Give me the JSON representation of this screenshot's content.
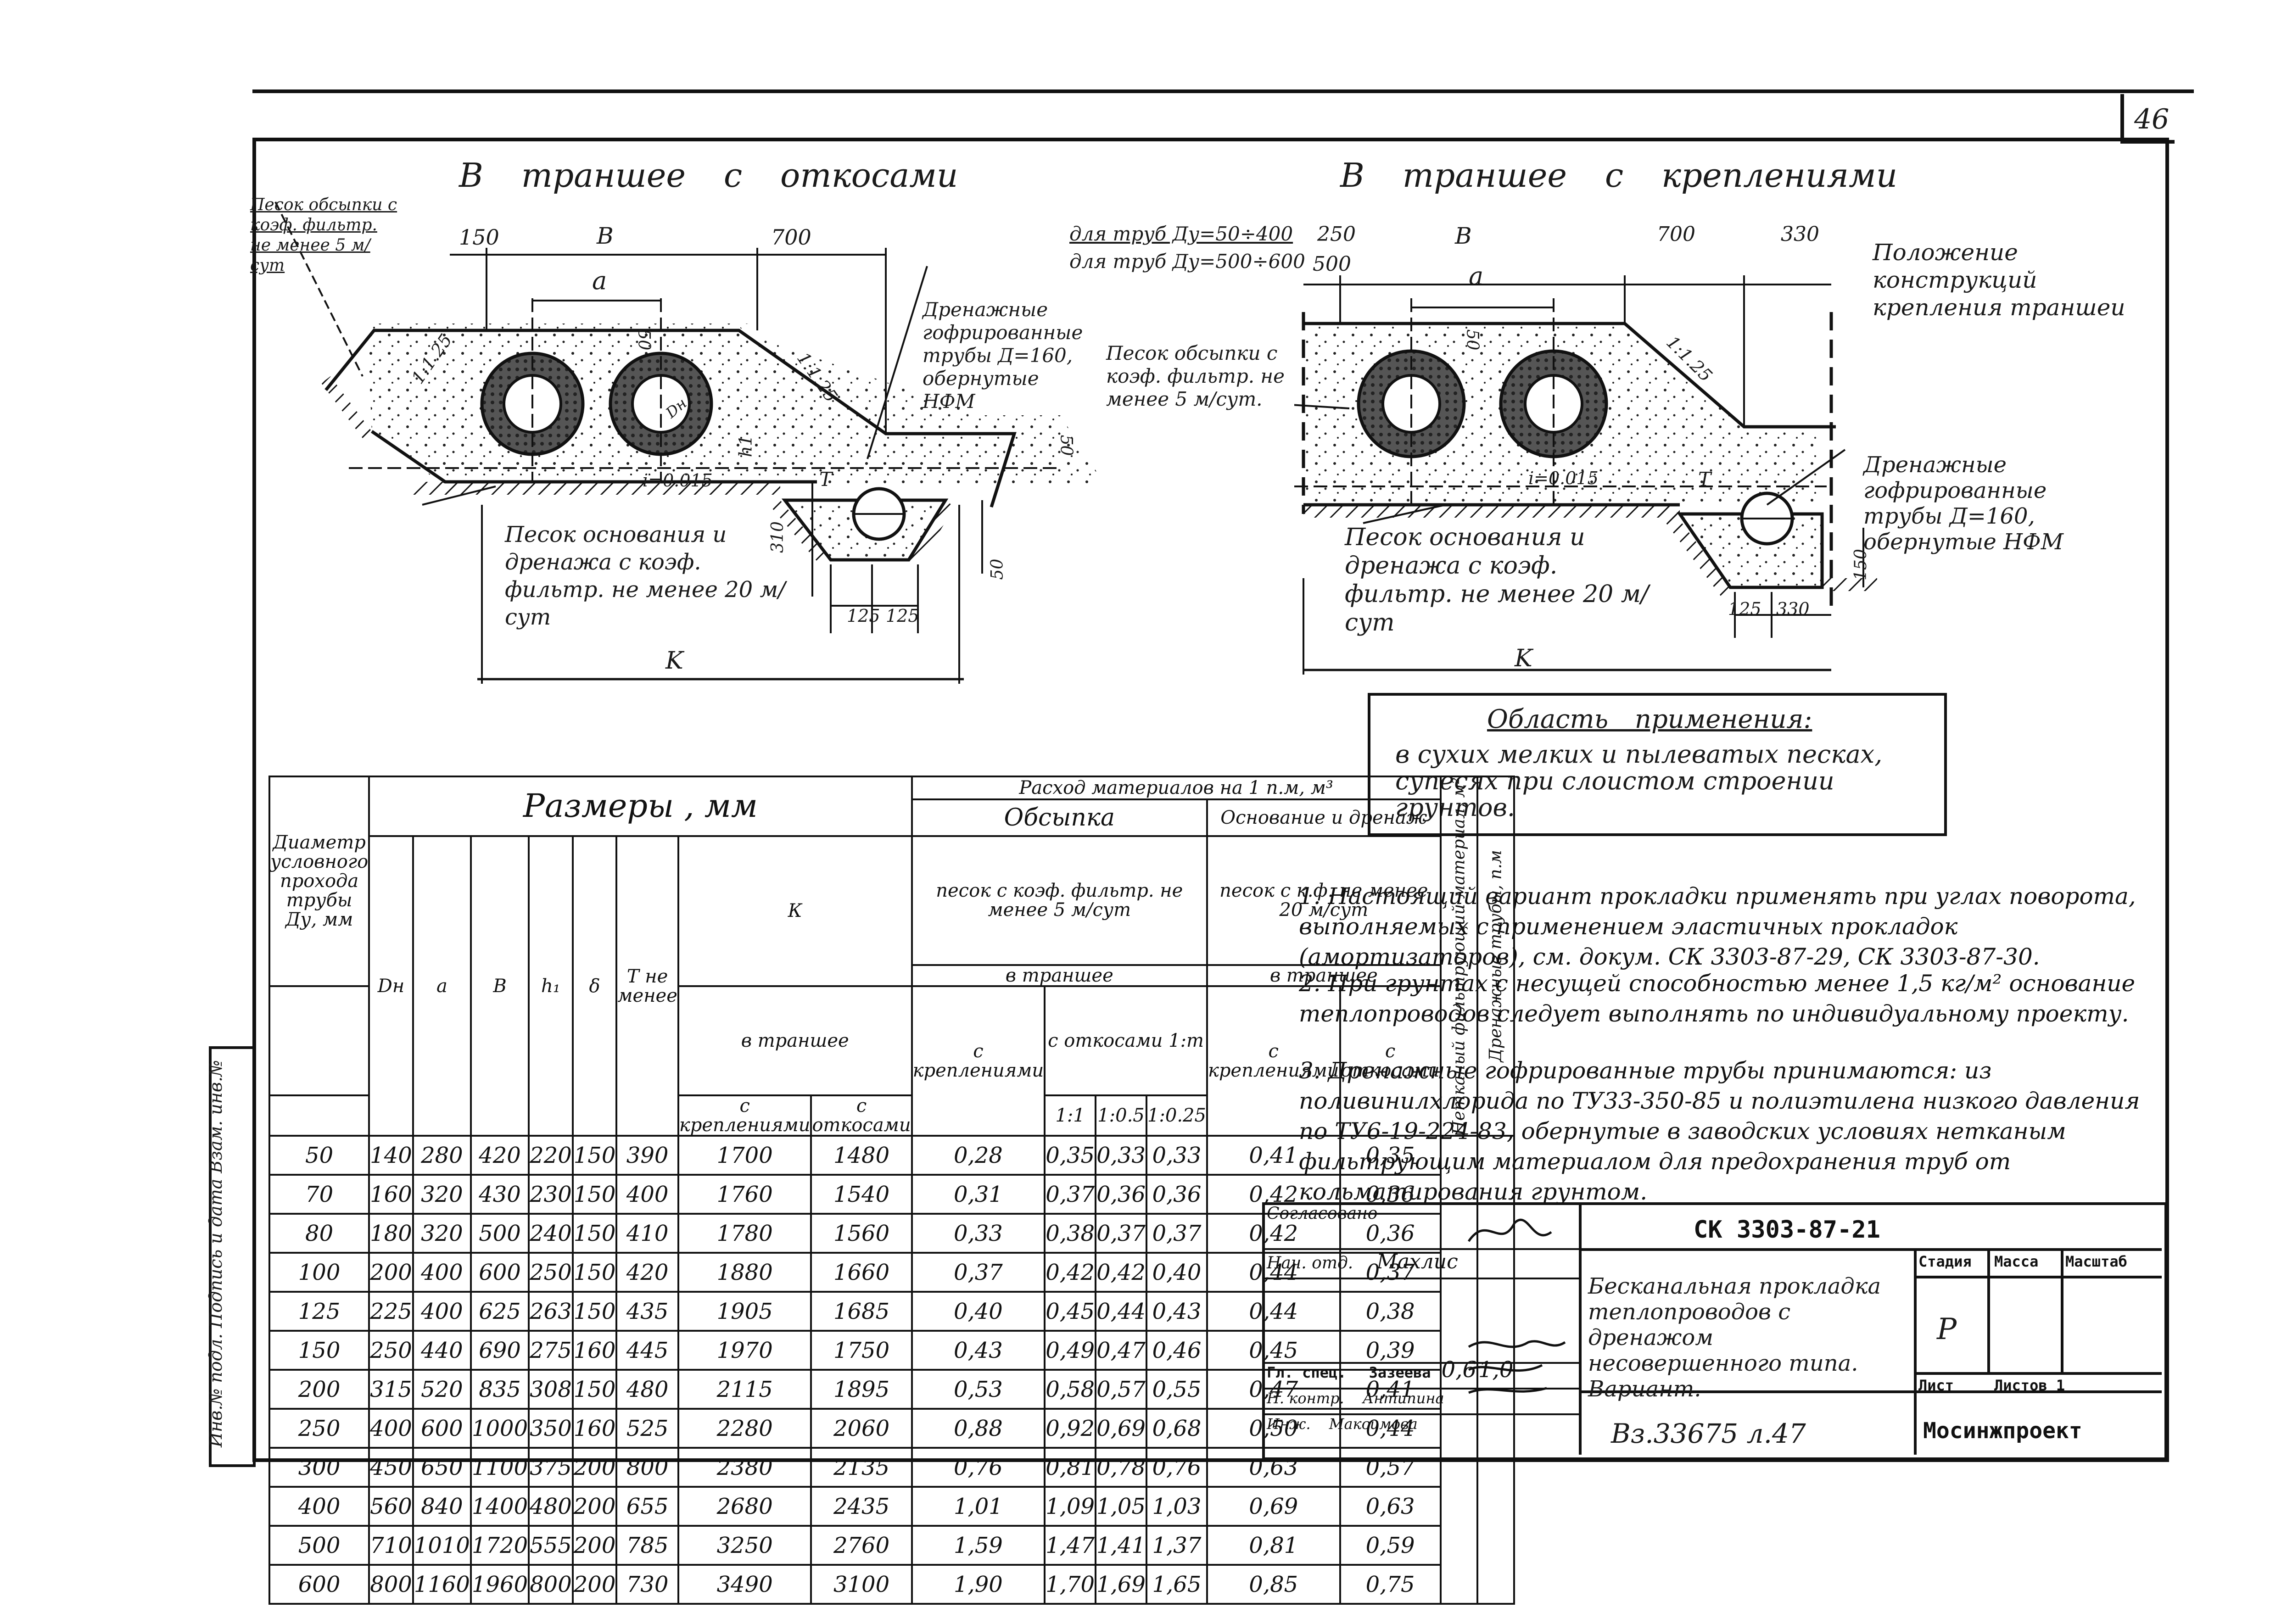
{
  "page_number": "46",
  "drawings": {
    "left": {
      "title": "В траншее с откосами",
      "sand_fill_label": "Песок обсыпки с коэф. фильтр. не менее 5 м/сут",
      "base_sand_label": "Песок основания и дренажа с коэф. фильтр. не менее 20 м/сут",
      "drain_label": "Дренажные гофрированные трубы Д=160, обернутые НФМ",
      "dims": {
        "d150": "150",
        "B": "B",
        "d700": "700",
        "a": "a",
        "slope1": "1:1.25",
        "slope2": "1:1.25",
        "d50a": "50",
        "d50b": "50",
        "slope_i": "i=0.015",
        "d310": "310",
        "d125a": "125",
        "d125b": "125",
        "h1": "h1",
        "T": "T",
        "d50c": "50",
        "K": "K",
        "Dn": "Dн"
      }
    },
    "right": {
      "title": "В траншее с креплениями",
      "pipe_note_1": "для труб Ду=50÷400",
      "pipe_note_2": "для труб Ду=500÷600",
      "d250": "250",
      "d500": "500",
      "B": "B",
      "d700": "700",
      "d330": "330",
      "a": "a",
      "d50": "50",
      "slope": "1:1.25",
      "sand_fill_label": "Песок обсыпки с коэф. фильтр. не менее 5 м/сут.",
      "support_label": "Положение конструкций крепления траншеи",
      "drain_label": "Дренажные гофрированные трубы Д=160, обернутые НФМ",
      "base_sand_label": "Песок основания и дренажа с коэф. фильтр. не менее 20 м/сут",
      "slope_i": "i=0.015",
      "d125": "125",
      "d330b": "330",
      "d150": "150",
      "T": "T",
      "K": "K"
    }
  },
  "application_area": {
    "title": "Область применения:",
    "text": "в сухих мелких и пылеватых песках, супесях при слоистом строении грунтов."
  },
  "notes": [
    "1. Настоящий вариант прокладки применять при углах поворота, выполняемых с применением эластичных прокладок (амортизаторов), см. докум. СК 3303-87-29, СК 3303-87-30.",
    "2. При грунтах с несущей способностью менее 1,5 кг/м² основание теплопроводов следует выполнять по индивидуальному проекту.",
    "3. Дренажные гофрированные трубы принимаются: из поливинилхлорида по ТУ33-350-85 и полиэтилена низкого давления по ТУ6-19-224-83, обернутые в заводских условиях нетканым фильтрующим материалом для предохранения труб от кольматирования грунтом."
  ],
  "table": {
    "header_diam": "Диаметр условного прохода трубы Ду, мм",
    "header_sizes": "Размеры , мм",
    "header_material": "Расход материалов на 1 п.м, м³",
    "header_backfill": "Обсыпка",
    "header_base": "Основание и дренаж",
    "header_fill_sand": "песок с коэф. фильтр. не менее 5 м/сут",
    "header_base_sand": "песок с к.ф. не менее 20 м/сут",
    "header_K": "К",
    "header_in_trench": "в траншее",
    "header_in_trench2": "в траншее",
    "header_in_trench3": "в траншее",
    "header_with_supports": "с креплениями",
    "header_with_slopes": "с откосами",
    "header_with_supports2": "с креплениями",
    "header_with_slopes_mt": "с откосами 1:m",
    "header_with_supports3": "с креплениями",
    "header_with_slopes3": "с откосами",
    "header_nfm": "Нетканый фильтрующий материал, м²",
    "header_drain_pipes": "Дренажные трубы, п.м",
    "cols": [
      "Dн",
      "a",
      "B",
      "h₁",
      "δ",
      "T не менее",
      "1:1",
      "1:0.5",
      "1:0.25"
    ],
    "rows": [
      [
        "50",
        "140",
        "280",
        "420",
        "220",
        "150",
        "390",
        "1700",
        "1480",
        "0,28",
        "0,35",
        "0,33",
        "0,33",
        "0,41",
        "0,35"
      ],
      [
        "70",
        "160",
        "320",
        "430",
        "230",
        "150",
        "400",
        "1760",
        "1540",
        "0,31",
        "0,37",
        "0,36",
        "0,36",
        "0,42",
        "0,36"
      ],
      [
        "80",
        "180",
        "320",
        "500",
        "240",
        "150",
        "410",
        "1780",
        "1560",
        "0,33",
        "0,38",
        "0,37",
        "0,37",
        "0,42",
        "0,36"
      ],
      [
        "100",
        "200",
        "400",
        "600",
        "250",
        "150",
        "420",
        "1880",
        "1660",
        "0,37",
        "0,42",
        "0,42",
        "0,40",
        "0,44",
        "0,37"
      ],
      [
        "125",
        "225",
        "400",
        "625",
        "263",
        "150",
        "435",
        "1905",
        "1685",
        "0,40",
        "0,45",
        "0,44",
        "0,43",
        "0,44",
        "0,38"
      ],
      [
        "150",
        "250",
        "440",
        "690",
        "275",
        "160",
        "445",
        "1970",
        "1750",
        "0,43",
        "0,49",
        "0,47",
        "0,46",
        "0,45",
        "0,39"
      ],
      [
        "200",
        "315",
        "520",
        "835",
        "308",
        "150",
        "480",
        "2115",
        "1895",
        "0,53",
        "0,58",
        "0,57",
        "0,55",
        "0,47",
        "0,41"
      ],
      [
        "250",
        "400",
        "600",
        "1000",
        "350",
        "160",
        "525",
        "2280",
        "2060",
        "0,88",
        "0,92",
        "0,69",
        "0,68",
        "0,50",
        "0,44"
      ],
      [
        "300",
        "450",
        "650",
        "1100",
        "375",
        "200",
        "800",
        "2380",
        "2135",
        "0,76",
        "0,81",
        "0,78",
        "0,76",
        "0,63",
        "0,57"
      ],
      [
        "400",
        "560",
        "840",
        "1400",
        "480",
        "200",
        "655",
        "2680",
        "2435",
        "1,01",
        "1,09",
        "1,05",
        "1,03",
        "0,69",
        "0,63"
      ],
      [
        "500",
        "710",
        "1010",
        "1720",
        "555",
        "200",
        "785",
        "3250",
        "2760",
        "1,59",
        "1,47",
        "1,41",
        "1,37",
        "0,81",
        "0,59"
      ],
      [
        "600",
        "800",
        "1160",
        "1960",
        "800",
        "200",
        "730",
        "3490",
        "3100",
        "1,90",
        "1,70",
        "1,69",
        "1,65",
        "0,85",
        "0,75"
      ]
    ],
    "nfm_value": "0,6",
    "drain_value": "1,0"
  },
  "stamp": {
    "doc_code": "СК 3303-87-21",
    "title": "Бесканальная прокладка теплопроводов с дренажом несовершенного типа. Вариант.",
    "stage_h": "Стадия",
    "mass_h": "Масса",
    "scale_h": "Масштаб",
    "stage": "Р",
    "sheet": "Лист",
    "sheets": "Листов 1",
    "org": "Мосинжпроект",
    "archive": "Вз.33675 л.47",
    "roles": [
      {
        "role": "Согласовано",
        "name": ""
      },
      {
        "role": "Нач. отд.",
        "name": "Махлис"
      },
      {
        "role": "Гл. спец.",
        "name": "Зазеева"
      },
      {
        "role": "Н. контр.",
        "name": "Антипина"
      },
      {
        "role": "Инж.",
        "name": "Максимова"
      }
    ],
    "side_strip": "Инв.№ подл.  Подпись и дата  Взам. инв.№"
  }
}
